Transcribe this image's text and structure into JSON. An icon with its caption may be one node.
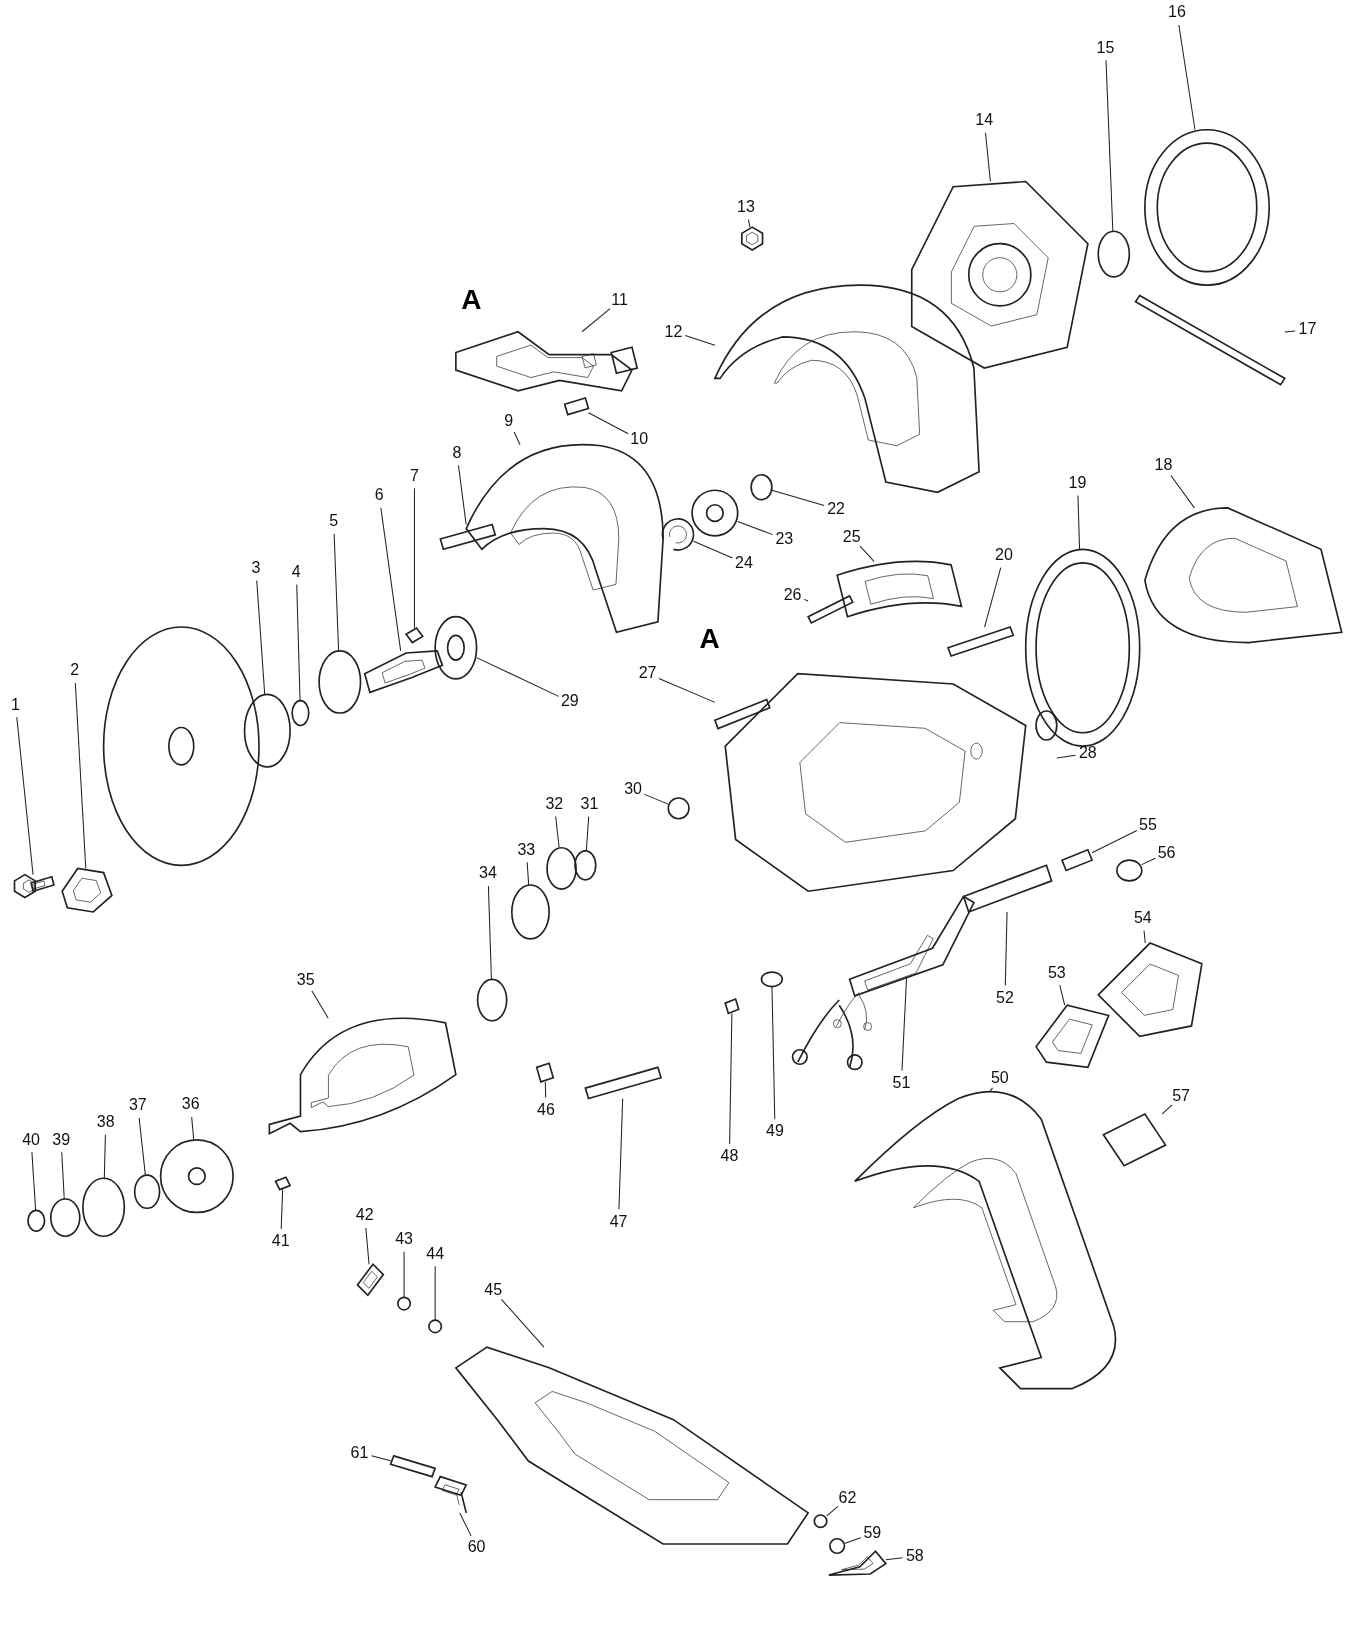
{
  "diagram": {
    "nodes": [
      {
        "text": [
          "1"
        ]
      },
      {
        "text": [
          "2"
        ]
      },
      {
        "text": [
          "3"
        ]
      },
      {
        "text": [
          "4"
        ]
      },
      {
        "text": [
          "5"
        ]
      },
      {
        "text": [
          "6"
        ]
      },
      {
        "text": [
          "7"
        ]
      },
      {
        "text": [
          "8"
        ]
      },
      {
        "text": [
          "9"
        ]
      },
      {
        "text": [
          "10"
        ]
      },
      {
        "text": [
          "11"
        ]
      },
      {
        "text": [
          "12"
        ]
      },
      {
        "text": [
          "13"
        ]
      },
      {
        "text": [
          "14"
        ]
      },
      {
        "text": [
          "15"
        ]
      },
      {
        "text": [
          "16"
        ]
      },
      {
        "text": [
          "17"
        ]
      },
      {
        "text": [
          "18"
        ]
      },
      {
        "text": [
          "19"
        ]
      },
      {
        "text": [
          "20"
        ]
      },
      {
        "text": [
          "22"
        ]
      },
      {
        "text": [
          "23"
        ]
      },
      {
        "text": [
          "24"
        ]
      },
      {
        "text": [
          "25"
        ]
      },
      {
        "text": [
          "26"
        ]
      },
      {
        "text": [
          "27"
        ]
      },
      {
        "text": [
          "28"
        ]
      },
      {
        "text": [
          "29"
        ]
      },
      {
        "text": [
          "30"
        ]
      },
      {
        "text": [
          "31"
        ]
      },
      {
        "text": [
          "32"
        ]
      },
      {
        "text": [
          "33"
        ]
      },
      {
        "text": [
          "34"
        ]
      },
      {
        "text": [
          "35"
        ]
      },
      {
        "text": [
          "36"
        ]
      },
      {
        "text": [
          "37"
        ]
      },
      {
        "text": [
          "38"
        ]
      },
      {
        "text": [
          "39"
        ]
      },
      {
        "text": [
          "40"
        ]
      },
      {
        "text": [
          "41"
        ]
      },
      {
        "text": [
          "42"
        ]
      },
      {
        "text": [
          "43"
        ]
      },
      {
        "text": [
          "44"
        ]
      },
      {
        "text": [
          "45"
        ]
      },
      {
        "text": [
          "46"
        ]
      },
      {
        "text": [
          "47"
        ]
      },
      {
        "text": [
          "48"
        ]
      },
      {
        "text": [
          "49"
        ]
      },
      {
        "text": [
          "50"
        ]
      },
      {
        "text": [
          "51"
        ]
      },
      {
        "text": [
          "52"
        ]
      },
      {
        "text": [
          "53"
        ]
      },
      {
        "text": [
          "54"
        ]
      },
      {
        "text": [
          "55"
        ]
      },
      {
        "text": [
          "56"
        ]
      },
      {
        "text": [
          "57"
        ]
      },
      {
        "text": [
          "58"
        ]
      },
      {
        "text": [
          "59"
        ]
      },
      {
        "text": [
          "60"
        ]
      },
      {
        "text": [
          "61"
        ]
      },
      {
        "text": [
          "62"
        ]
      },
      {
        "text": [],
        "shape": "picture"
      },
      {
        "text": [],
        "shape": "picture"
      },
      {
        "text": [],
        "shape": "circle"
      },
      {
        "text": [],
        "shape": "circle"
      },
      {
        "text": [],
        "shape": "circle"
      },
      {
        "text": [],
        "shape": "picture"
      },
      {
        "text": [],
        "shape": "box"
      },
      {
        "text": [],
        "shape": "box"
      },
      {
        "text": [],
        "shape": "picture"
      },
      {
        "text": [],
        "shape": "box"
      },
      {
        "text": [],
        "shape": "picture"
      },
      {
        "text": [],
        "shape": "picture"
      },
      {
        "text": [],
        "shape": "picture"
      },
      {
        "text": [],
        "shape": "picture"
      },
      {
        "text": [],
        "shape": "circle"
      },
      {
        "text": [],
        "shape": "circle"
      },
      {
        "text": [],
        "shape": "box"
      },
      {
        "text": [],
        "shape": "picture"
      },
      {
        "text": [],
        "shape": "circle"
      },
      {
        "text": [],
        "shape": "box"
      },
      {
        "text": [],
        "shape": "circle"
      },
      {
        "text": [],
        "shape": "circle"
      },
      {
        "text": [],
        "shape": "picture"
      },
      {
        "text": [],
        "shape": "picture"
      },
      {
        "text": [],
        "shape": "box"
      },
      {
        "text": [],
        "shape": "box"
      },
      {
        "text": [],
        "shape": "picture"
      },
      {
        "text": [],
        "shape": "circle"
      },
      {
        "text": [],
        "shape": "circle"
      },
      {
        "text": [],
        "shape": "circle"
      },
      {
        "text": [],
        "shape": "circle"
      },
      {
        "text": [],
        "shape": "circle"
      },
      {
        "text": [],
        "shape": "circle"
      },
      {
        "text": [],
        "shape": "picture"
      },
      {
        "text": [],
        "shape": "circle"
      },
      {
        "text": [],
        "shape": "circle"
      },
      {
        "text": [],
        "shape": "circle"
      },
      {
        "text": [],
        "shape": "circle"
      },
      {
        "text": [],
        "shape": "circle"
      },
      {
        "text": [],
        "shape": "box"
      },
      {
        "text": [],
        "shape": "picture"
      },
      {
        "text": [],
        "shape": "circle"
      },
      {
        "text": [],
        "shape": "circle"
      },
      {
        "text": [],
        "shape": "picture"
      },
      {
        "text": [],
        "shape": "box"
      },
      {
        "text": [],
        "shape": "box"
      },
      {
        "text": [],
        "shape": "box"
      },
      {
        "text": [],
        "shape": "circle"
      },
      {
        "text": [],
        "shape": "picture"
      },
      {
        "text": [],
        "shape": "picture"
      },
      {
        "text": [],
        "shape": "box"
      },
      {
        "text": [],
        "shape": "picture"
      },
      {
        "text": [],
        "shape": "picture"
      },
      {
        "text": [],
        "shape": "box"
      },
      {
        "text": [],
        "shape": "circle"
      },
      {
        "text": [],
        "shape": "box"
      },
      {
        "text": [],
        "shape": "picture"
      },
      {
        "text": [],
        "shape": "circle"
      },
      {
        "text": [],
        "shape": "picture"
      },
      {
        "text": [],
        "shape": "box"
      },
      {
        "text": [],
        "shape": "circle"
      }
    ],
    "edges": [
      {
        "from": 0,
        "to": 61,
        "arrow": "none"
      },
      {
        "from": 1,
        "to": 62,
        "arrow": "none"
      },
      {
        "from": 2,
        "to": 63,
        "arrow": "none"
      },
      {
        "from": 3,
        "to": 64,
        "arrow": "none"
      },
      {
        "from": 4,
        "to": 65,
        "arrow": "none"
      },
      {
        "from": 5,
        "to": 66,
        "arrow": "none"
      },
      {
        "from": 6,
        "to": 67,
        "arrow": "none"
      },
      {
        "from": 7,
        "to": 68,
        "arrow": "none"
      },
      {
        "from": 8,
        "to": 69,
        "arrow": "none"
      },
      {
        "from": 9,
        "to": 70,
        "arrow": "none"
      },
      {
        "from": 10,
        "to": 71,
        "arrow": "none"
      },
      {
        "from": 11,
        "to": 72,
        "arrow": "none"
      },
      {
        "from": 12,
        "to": 73,
        "arrow": "none"
      },
      {
        "from": 13,
        "to": 74,
        "arrow": "none"
      },
      {
        "from": 14,
        "to": 75,
        "arrow": "none"
      },
      {
        "from": 15,
        "to": 76,
        "arrow": "none"
      },
      {
        "from": 16,
        "to": 77,
        "arrow": "none"
      },
      {
        "from": 17,
        "to": 78,
        "arrow": "none"
      },
      {
        "from": 18,
        "to": 79,
        "arrow": "none"
      },
      {
        "from": 19,
        "to": 80,
        "arrow": "none"
      },
      {
        "from": 20,
        "to": 81,
        "arrow": "none"
      },
      {
        "from": 21,
        "to": 82,
        "arrow": "none"
      },
      {
        "from": 22,
        "to": 83,
        "arrow": "none"
      },
      {
        "from": 23,
        "to": 84,
        "arrow": "none"
      },
      {
        "from": 24,
        "to": 85,
        "arrow": "none"
      },
      {
        "from": 25,
        "to": 86,
        "arrow": "none"
      },
      {
        "from": 26,
        "to": 87,
        "arrow": "none"
      },
      {
        "from": 27,
        "to": 88,
        "arrow": "none"
      },
      {
        "from": 28,
        "to": 89,
        "arrow": "none"
      },
      {
        "from": 29,
        "to": 90,
        "arrow": "none"
      },
      {
        "from": 30,
        "to": 91,
        "arrow": "none"
      },
      {
        "from": 31,
        "to": 92,
        "arrow": "none"
      },
      {
        "from": 32,
        "to": 93,
        "arrow": "none"
      },
      {
        "from": 33,
        "to": 94,
        "arrow": "none"
      },
      {
        "from": 34,
        "to": 95,
        "arrow": "none"
      },
      {
        "from": 35,
        "to": 96,
        "arrow": "none"
      },
      {
        "from": 36,
        "to": 97,
        "arrow": "none"
      },
      {
        "from": 37,
        "to": 98,
        "arrow": "none"
      },
      {
        "from": 38,
        "to": 99,
        "arrow": "none"
      },
      {
        "from": 39,
        "to": 100,
        "arrow": "none"
      },
      {
        "from": 40,
        "to": 101,
        "arrow": "none"
      },
      {
        "from": 41,
        "to": 102,
        "arrow": "none"
      },
      {
        "from": 42,
        "to": 103,
        "arrow": "none"
      },
      {
        "from": 43,
        "to": 104,
        "arrow": "none"
      },
      {
        "from": 44,
        "to": 105,
        "arrow": "none"
      },
      {
        "from": 45,
        "to": 106,
        "arrow": "none"
      },
      {
        "from": 46,
        "to": 107,
        "arrow": "none"
      },
      {
        "from": 47,
        "to": 108,
        "arrow": "none"
      },
      {
        "from": 48,
        "to": 109,
        "arrow": "none"
      },
      {
        "from": 49,
        "to": 110,
        "arrow": "none"
      },
      {
        "from": 50,
        "to": 111,
        "arrow": "none"
      },
      {
        "from": 51,
        "to": 112,
        "arrow": "none"
      },
      {
        "from": 52,
        "to": 113,
        "arrow": "none"
      },
      {
        "from": 53,
        "to": 114,
        "arrow": "none"
      },
      {
        "from": 54,
        "to": 115,
        "arrow": "none"
      },
      {
        "from": 55,
        "to": 116,
        "arrow": "none"
      },
      {
        "from": 56,
        "to": 117,
        "arrow": "none"
      },
      {
        "from": 57,
        "to": 118,
        "arrow": "none"
      },
      {
        "from": 58,
        "to": 119,
        "arrow": "none"
      },
      {
        "from": 59,
        "to": 120,
        "arrow": "none"
      },
      {
        "from": 60,
        "to": 121,
        "arrow": "none"
      }
    ],
    "labels": [
      "A",
      "A"
    ]
  }
}
